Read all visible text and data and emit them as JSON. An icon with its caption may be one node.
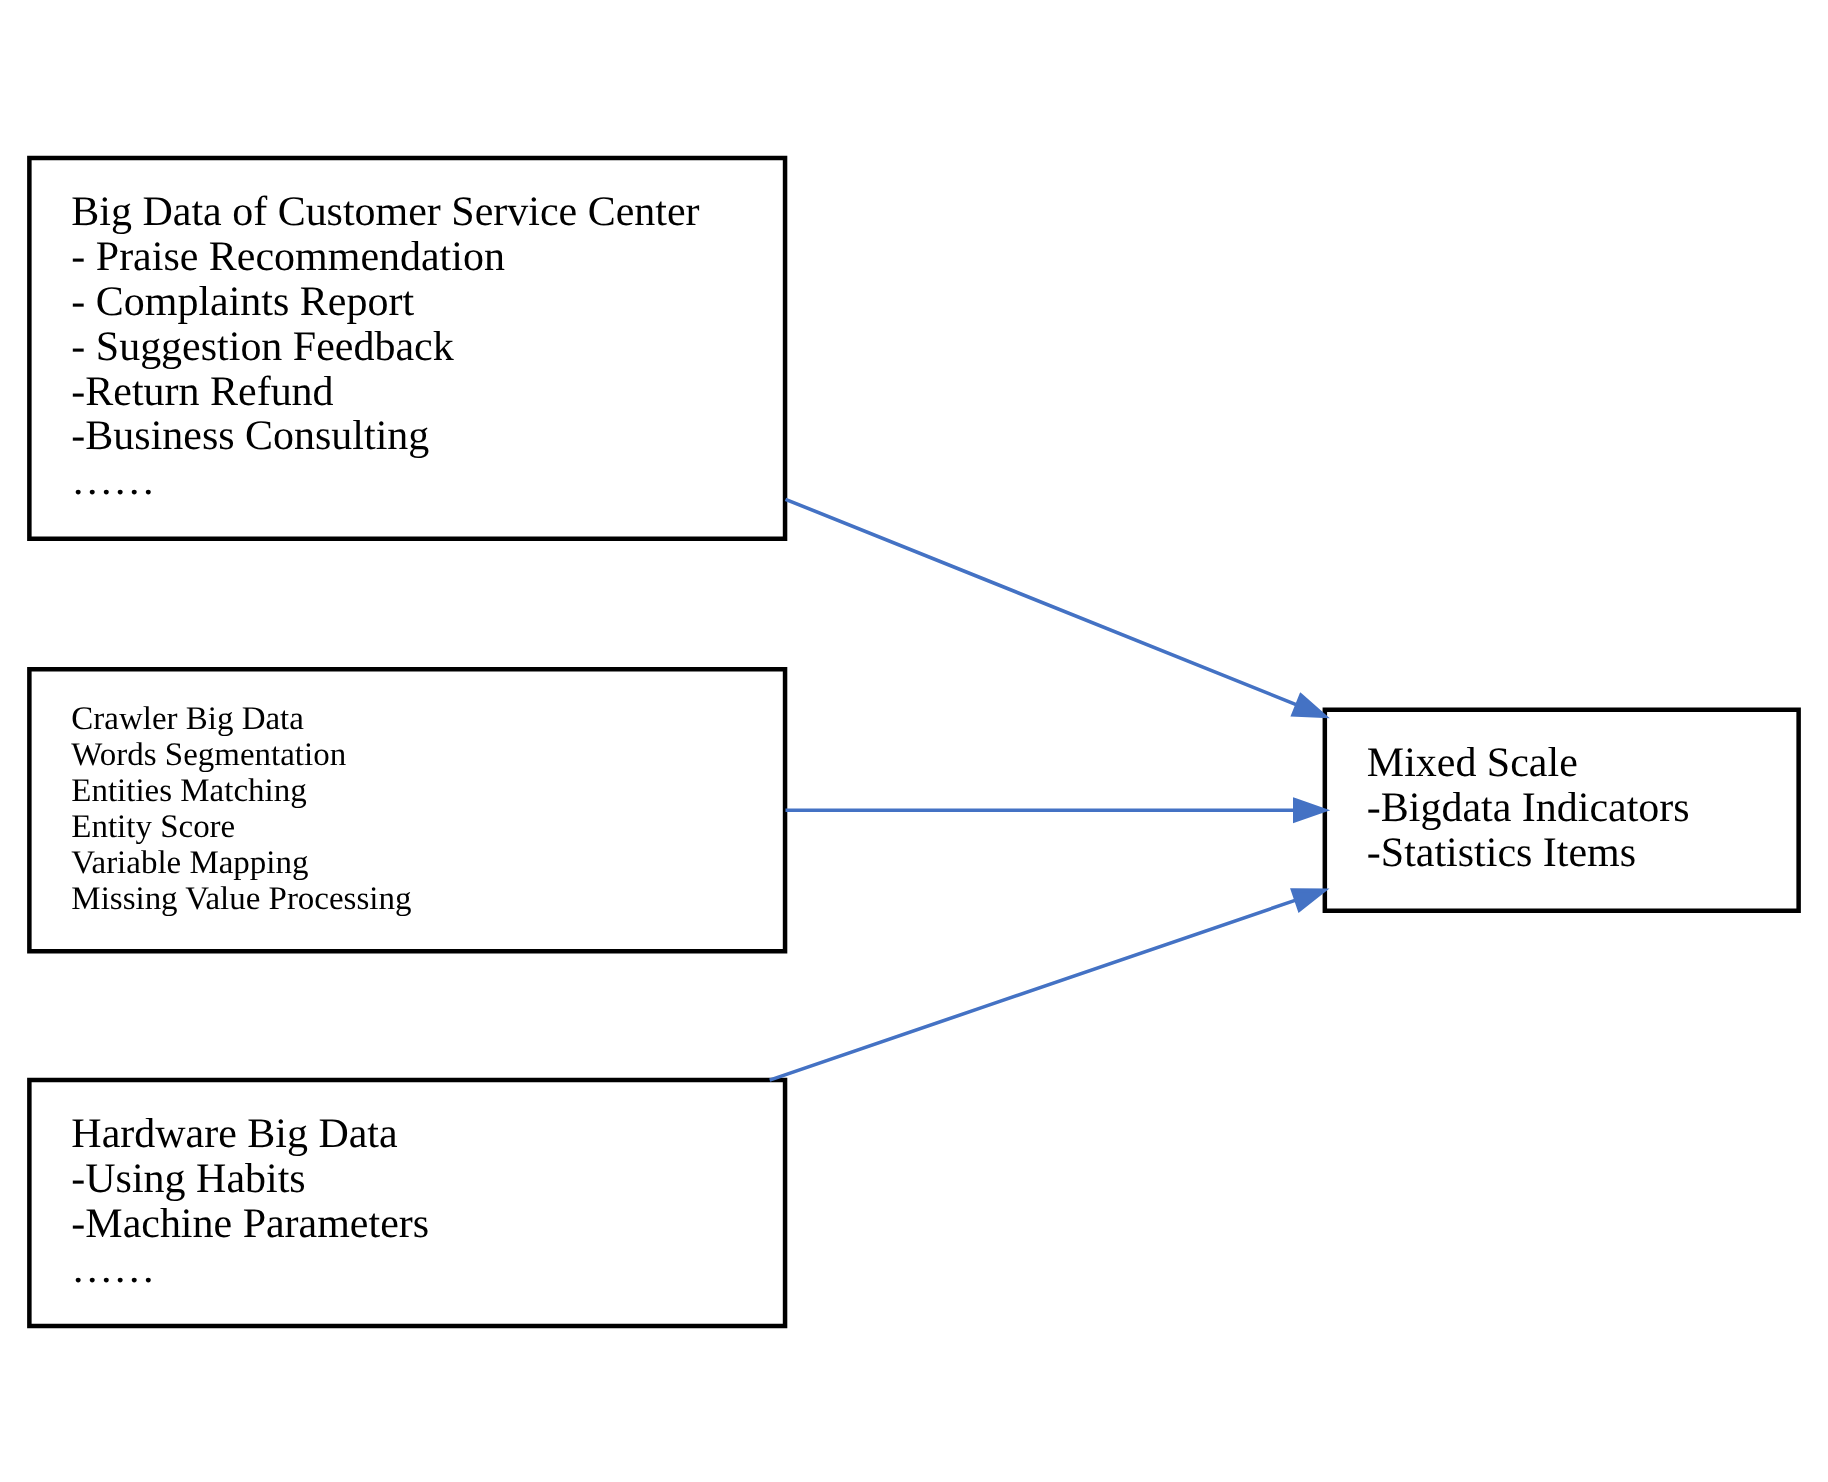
{
  "diagram": {
    "nodes": [
      {
        "text": [
          "Big Data of Customer Service Center",
          "- Praise Recommendation",
          "- Complaints Report",
          "- Suggestion Feedback",
          "-Return Refund",
          "-Business Consulting",
          "……"
        ]
      },
      {
        "text": [
          "Crawler Big Data",
          "Words Segmentation",
          "Entities Matching",
          "Entity Score",
          "Variable Mapping",
          "Missing Value Processing"
        ]
      },
      {
        "text": [
          "Hardware Big Data",
          "-Using Habits",
          "-Machine Parameters",
          "……"
        ]
      },
      {
        "text": [
          "Mixed Scale",
          "-Bigdata Indicators",
          "-Statistics Items"
        ]
      }
    ],
    "edges": [
      {
        "from": 0,
        "to": 3,
        "arrow": "to"
      },
      {
        "from": 1,
        "to": 3,
        "arrow": "to"
      },
      {
        "from": 2,
        "to": 3,
        "arrow": "to"
      }
    ]
  }
}
